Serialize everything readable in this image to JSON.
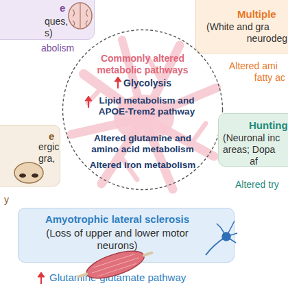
{
  "diagram": {
    "nodes": [
      {
        "text": [
          "e",
          "ques, s)"
        ]
      },
      {
        "text": [
          "Multiple",
          "(White and gra neurodeg"
        ]
      },
      {
        "text": [
          "Commonly altered metabolic pathways",
          "Glycolysis",
          "Lipid metabolism and APOE-Trem2 pathway",
          "Altered glutamine and amino acid metabolism",
          "Altered iron metabolism"
        ]
      },
      {
        "text": [
          "e",
          "ergic gra,"
        ]
      },
      {
        "text": [
          "Hunting",
          "(Neuronal inc areas; Dopa af"
        ]
      },
      {
        "text": [
          "Amyotrophic lateral sclerosis",
          "(Loss of upper and lower motor neurons)"
        ]
      }
    ],
    "labels": [
      "abolism",
      "Altered ami fatty ac",
      "y",
      "Altered try",
      "Glutamine-glutamate pathway"
    ]
  }
}
